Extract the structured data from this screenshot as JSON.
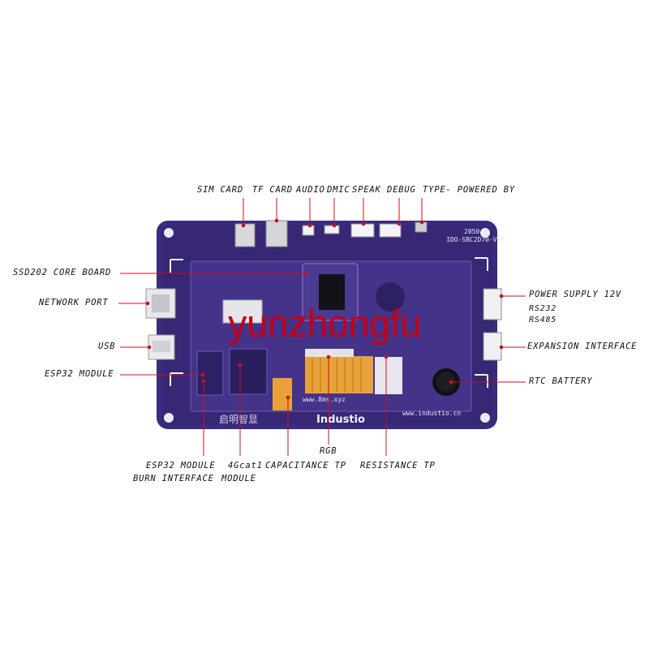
{
  "labels": {
    "sim_card": "SIM CARD",
    "tf_card": "TF CARD",
    "audio": "AUDIO",
    "dmic": "DMIC",
    "speak": "SPEAK",
    "debug": "DEBUG",
    "type_powered_by": "TYPE- POWERED BY",
    "ssd202": "SSD202 CORE BOARD",
    "network_port": "NETWORK PORT",
    "usb": "USB",
    "esp32_module": "ESP32 MODULE",
    "power_supply": "POWER SUPPLY 12V",
    "rs232": "RS232",
    "rs485": "RS485",
    "expansion": "EXPANSION INTERFACE",
    "rtc": "RTC BATTERY",
    "esp32_burn_1": "ESP32 MODULE",
    "esp32_burn_2": "BURN INTERFACE",
    "g4cat1_1": "4Gcat1",
    "g4cat1_2": "MODULE",
    "capacitance": "CAPACITANCE TP",
    "rgb": "RGB",
    "resistance": "RESISTANCE TP"
  },
  "board": {
    "model": "IDO-SBC2D70-V1B",
    "code": "2050",
    "url_lcd": "www.8ms.xyz",
    "url_board": "www.industio.cn",
    "brand": "Industio",
    "cn_brand": "启明智显"
  },
  "watermark": "yunzhongfu",
  "colors": {
    "board": "#3a2a7a",
    "board_dark": "#2a1d5c",
    "fpc": "#e8a23a",
    "watermark": "#c0001a"
  }
}
